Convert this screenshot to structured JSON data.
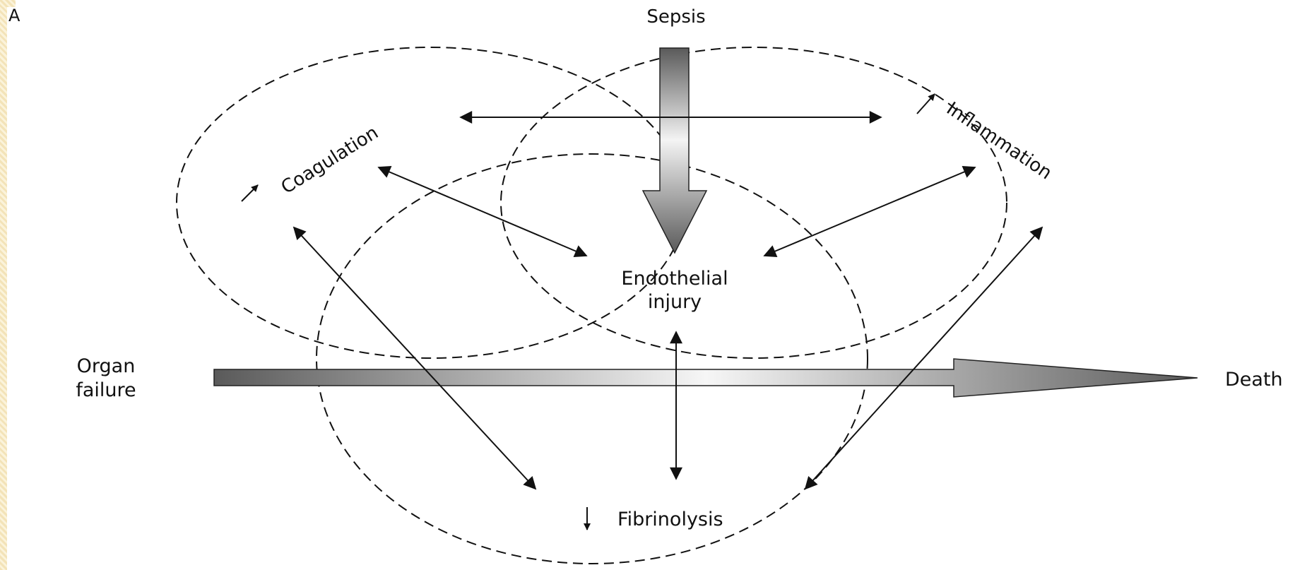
{
  "figure_letter": "A",
  "labels": {
    "sepsis": "Sepsis",
    "coagulation": "Coagulation",
    "inflammation": "Inflammation",
    "endothelial_line1": "Endothelial",
    "endothelial_line2": "injury",
    "organ_line1": "Organ",
    "organ_line2": "failure",
    "death": "Death",
    "fibrinolysis": "Fibrinolysis"
  },
  "direction_markers": {
    "coagulation": "increased",
    "inflammation": "increased",
    "fibrinolysis": "decreased"
  }
}
